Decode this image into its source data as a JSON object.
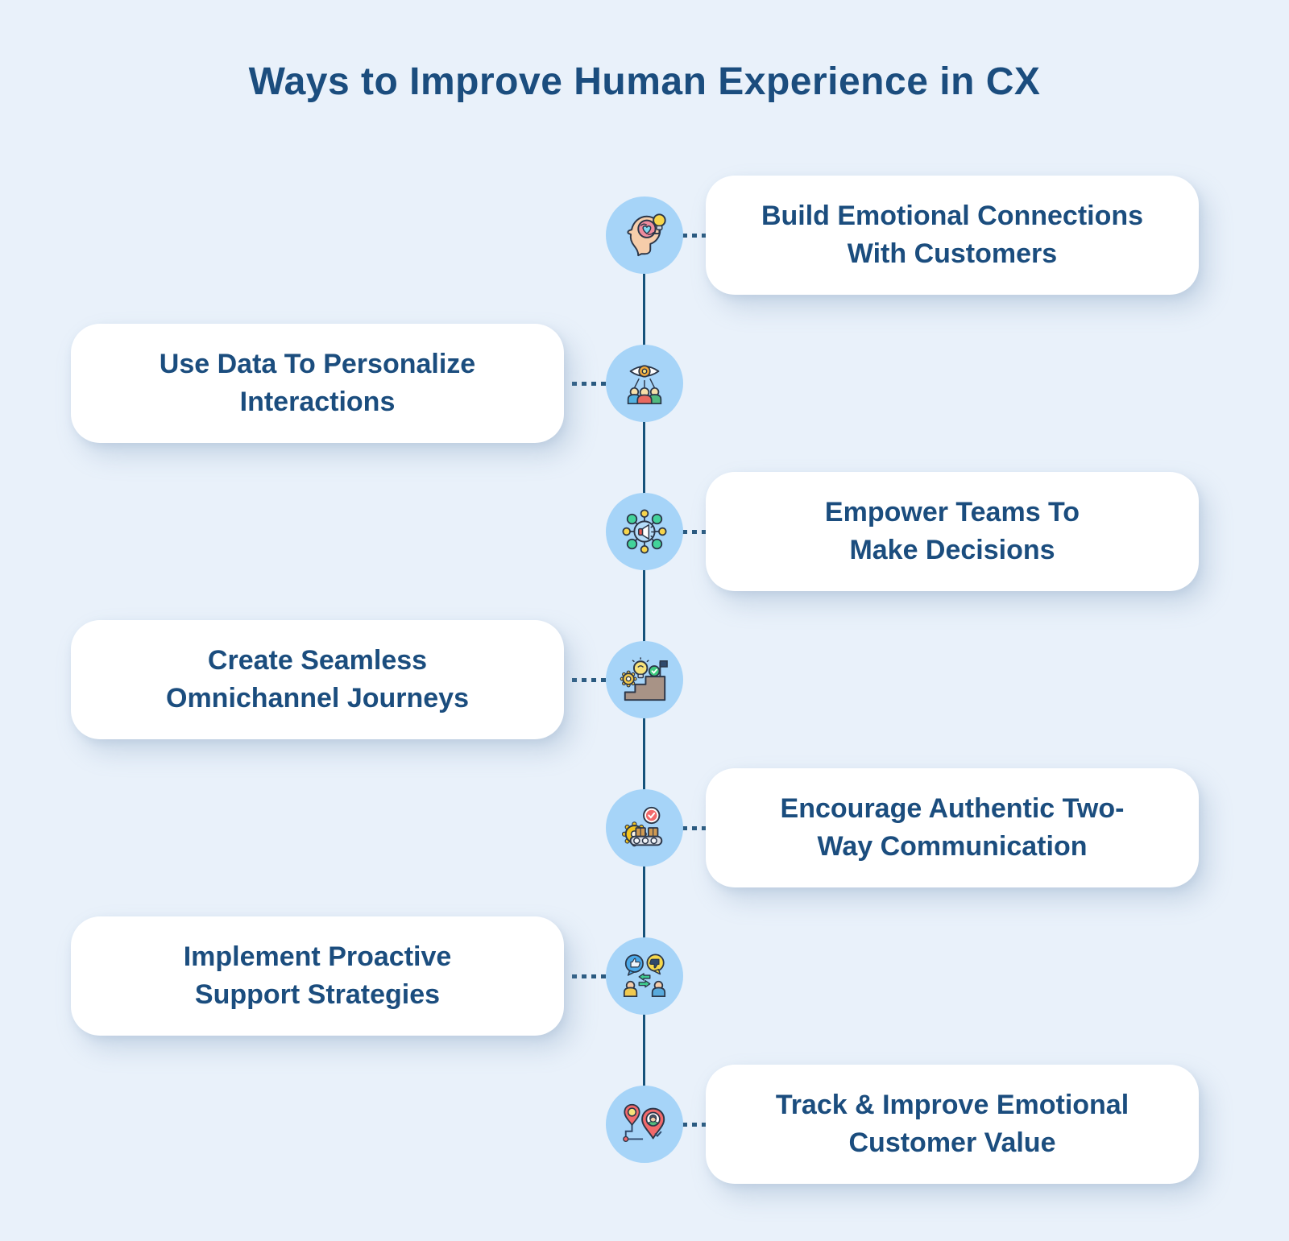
{
  "title": "Ways to Improve Human Experience in CX",
  "palette": {
    "background": "#e9f1fa",
    "card_background": "#ffffff",
    "text_navy": "#1b4d7e",
    "node_circle_blue": "#a6d4f8",
    "timeline_line": "#15527b",
    "dotted_connector": "#2a5a80"
  },
  "timeline": {
    "items": [
      {
        "label": "Build Emotional Connections With Customers",
        "lines": [
          "Build Emotional Connections",
          "With Customers"
        ],
        "side": "right",
        "icon": "head-heart-lightbulb-icon"
      },
      {
        "label": "Use Data To Personalize Interactions",
        "lines": [
          "Use Data To Personalize",
          "Interactions"
        ],
        "side": "left",
        "icon": "eye-audience-icon"
      },
      {
        "label": "Empower Teams To Make Decisions",
        "lines": [
          "Empower Teams To",
          "Make Decisions"
        ],
        "side": "right",
        "icon": "megaphone-network-icon"
      },
      {
        "label": "Create Seamless Omnichannel Journeys",
        "lines": [
          "Create Seamless",
          "Omnichannel Journeys"
        ],
        "side": "left",
        "icon": "stairs-goal-icon"
      },
      {
        "label": "Encourage Authentic Two-Way Communication",
        "lines": [
          "Encourage Authentic Two-",
          "Way Communication"
        ],
        "side": "right",
        "icon": "conveyor-check-icon"
      },
      {
        "label": "Implement Proactive Support Strategies",
        "lines": [
          "Implement Proactive",
          "Support Strategies"
        ],
        "side": "left",
        "icon": "feedback-people-icon"
      },
      {
        "label": "Track & Improve Emotional Customer Value",
        "lines": [
          "Track & Improve Emotional",
          "Customer Value"
        ],
        "side": "right",
        "icon": "journey-pins-icon"
      }
    ]
  }
}
